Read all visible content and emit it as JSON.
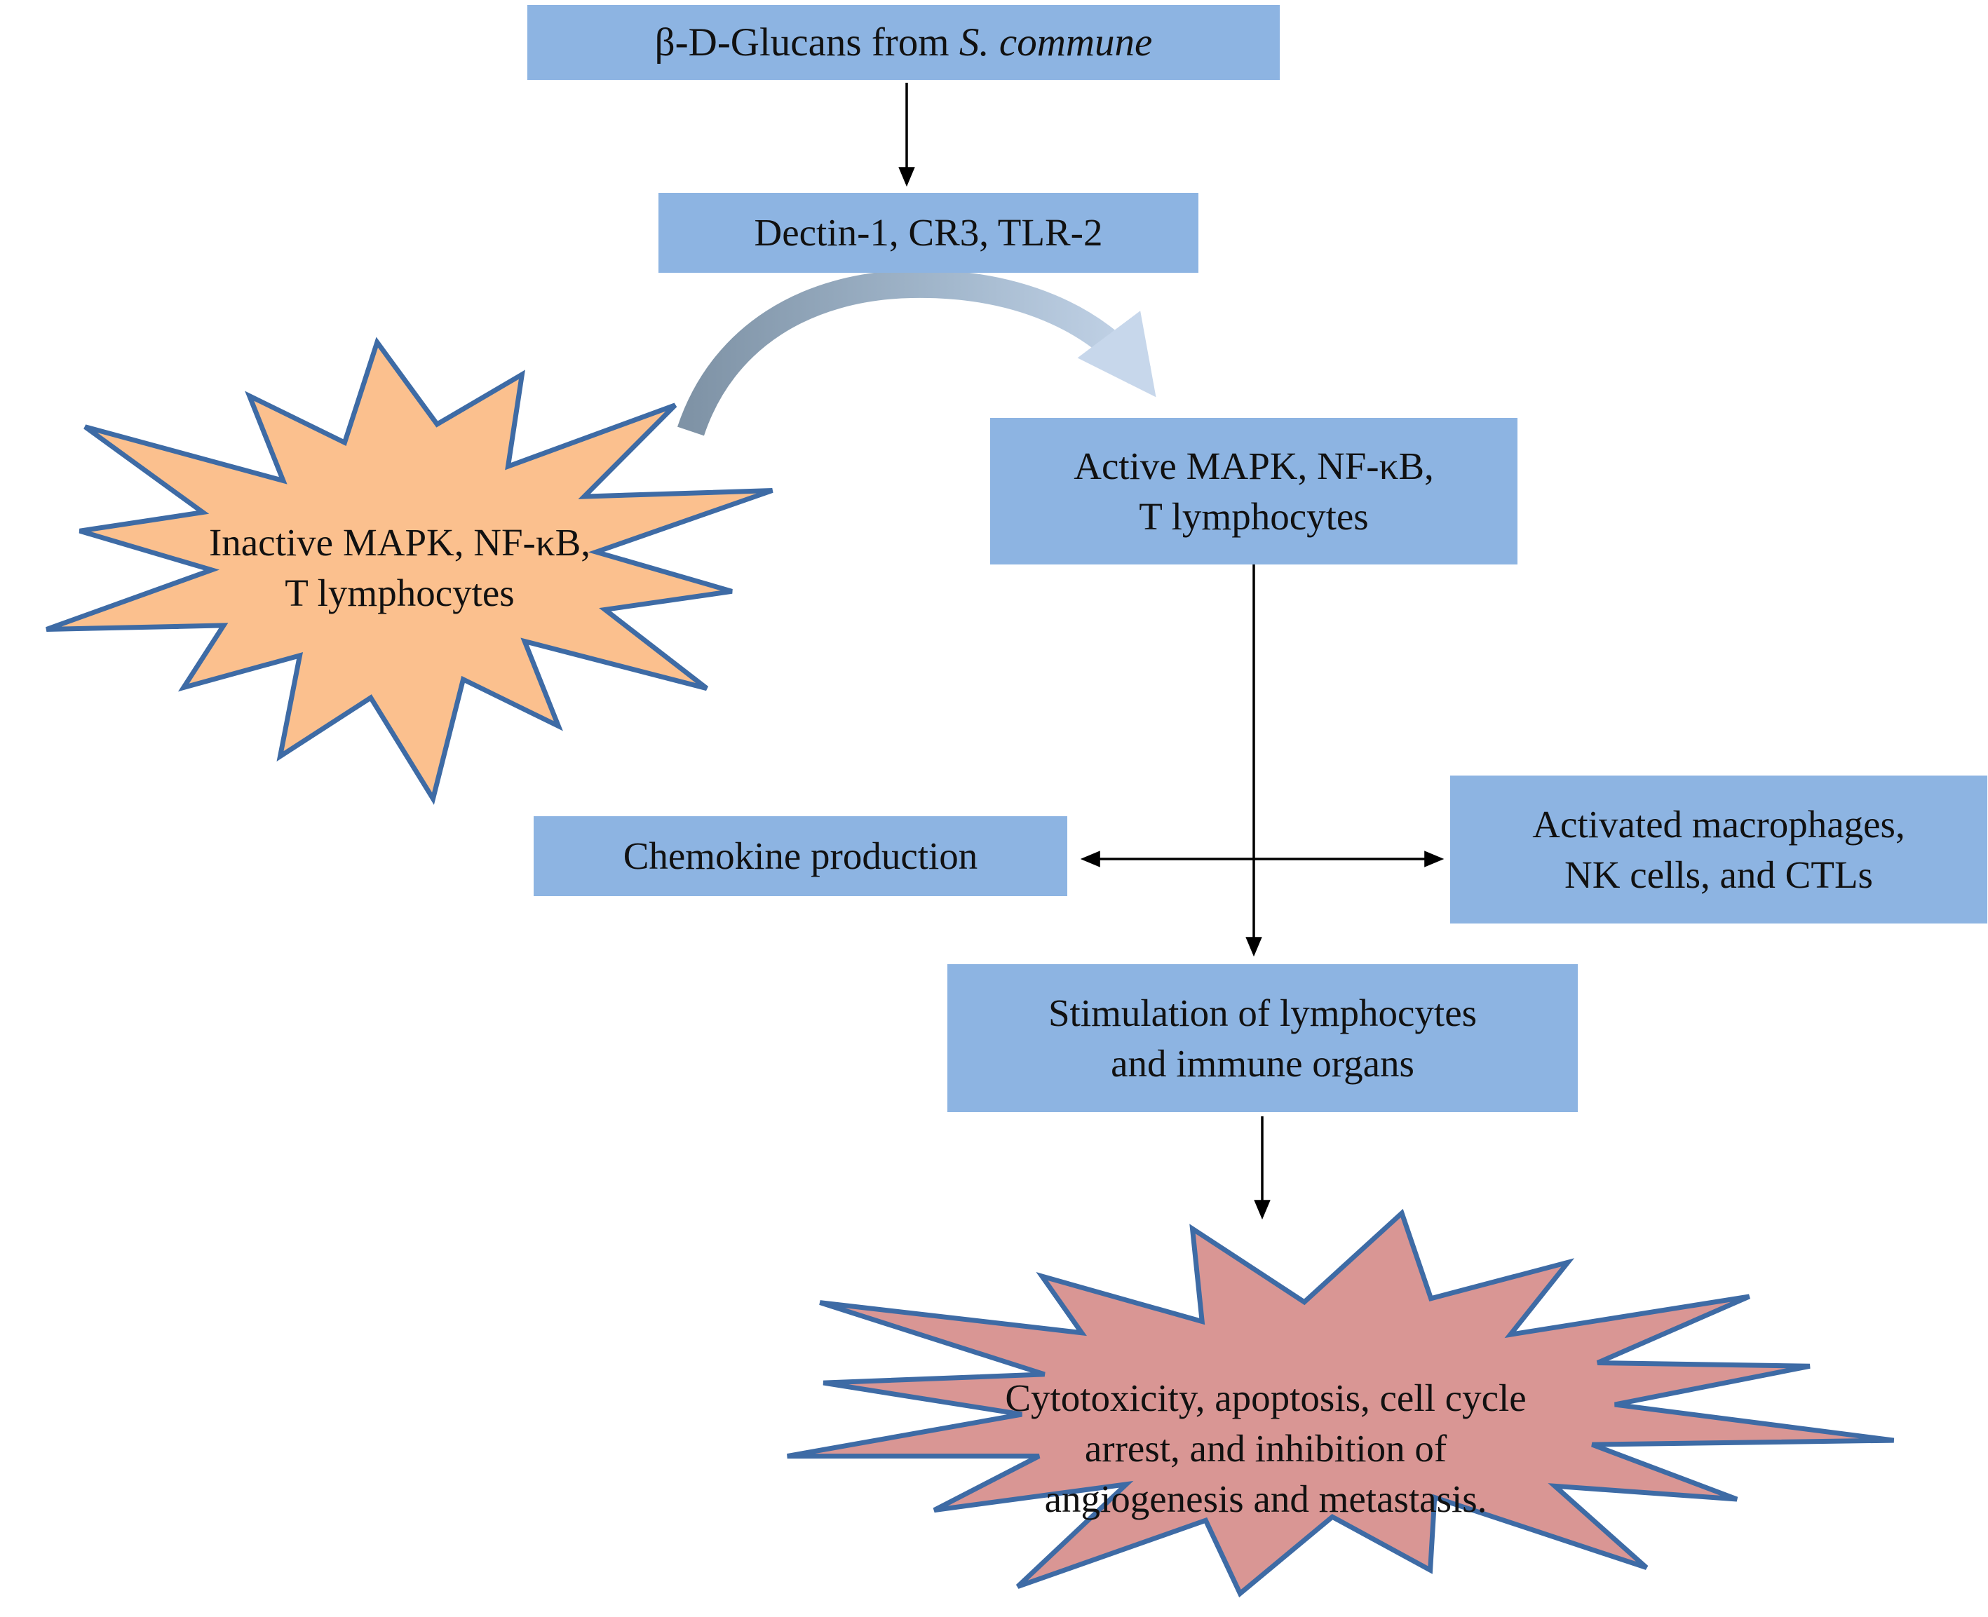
{
  "nodes": {
    "glucans": {
      "prefix": "β-D-Glucans from",
      "italic": "S. commune"
    },
    "receptors": {
      "label": "Dectin-1, CR3, TLR-2"
    },
    "inactive": {
      "line1": "Inactive MAPK, NF-κB,",
      "line2": "T lymphocytes"
    },
    "active": {
      "line1": "Active MAPK, NF-κB,",
      "line2": "T lymphocytes"
    },
    "chemokine": {
      "label": "Chemokine production"
    },
    "macrophages": {
      "line1": "Activated macrophages,",
      "line2": "NK cells, and CTLs"
    },
    "stimulation": {
      "line1": "Stimulation of lymphocytes",
      "line2": "and immune organs"
    },
    "outcome": {
      "line1": "Cytotoxicity, apoptosis, cell cycle",
      "line2": "arrest, and inhibition of",
      "line3": "angiogenesis and metastasis."
    }
  },
  "colors": {
    "box_fill": "#8db4e2",
    "box_text": "#111111",
    "star_orange_fill": "#fbc08e",
    "star_red_fill": "#d99694",
    "star_stroke": "#3e6ba5",
    "arrow_color": "#000000",
    "curve_start": "#7f93a6",
    "curve_mid": "#a3b8cd",
    "curve_end": "#c7d7eb"
  }
}
